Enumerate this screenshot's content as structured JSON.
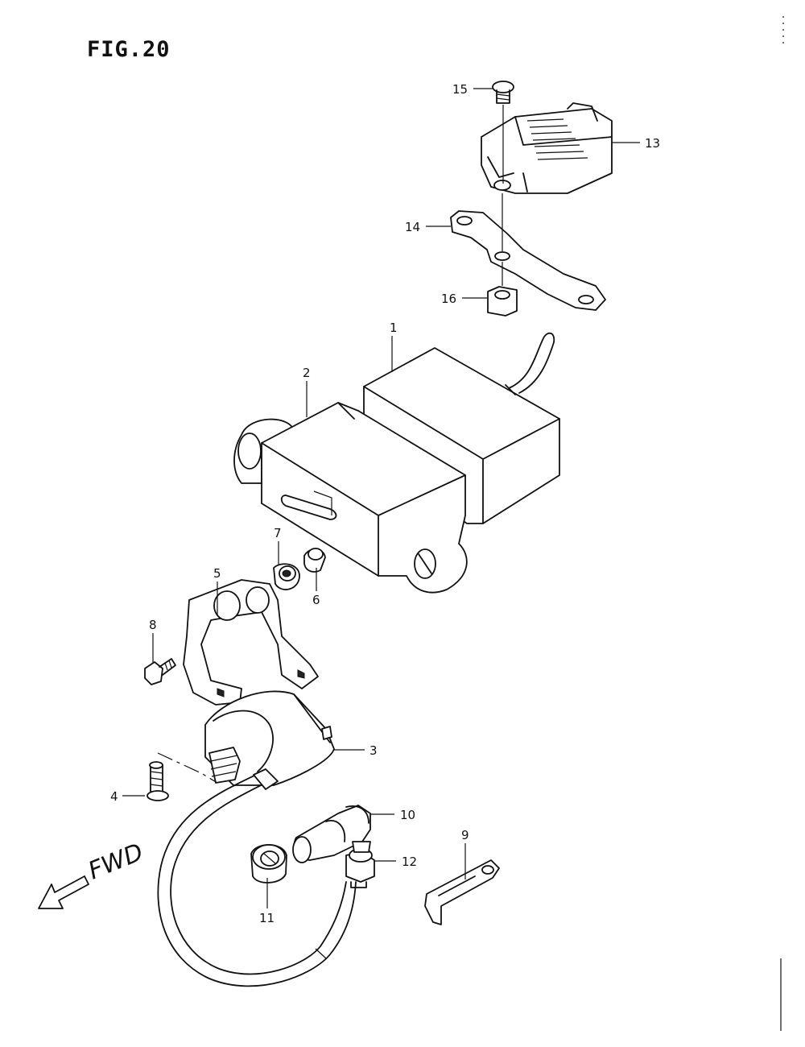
{
  "figure": {
    "title": "FIG.20"
  },
  "direction_label": "FWD",
  "callouts": [
    "1",
    "2",
    "3",
    "4",
    "5",
    "6",
    "7",
    "8",
    "9",
    "10",
    "11",
    "12",
    "13",
    "14",
    "15",
    "16"
  ]
}
